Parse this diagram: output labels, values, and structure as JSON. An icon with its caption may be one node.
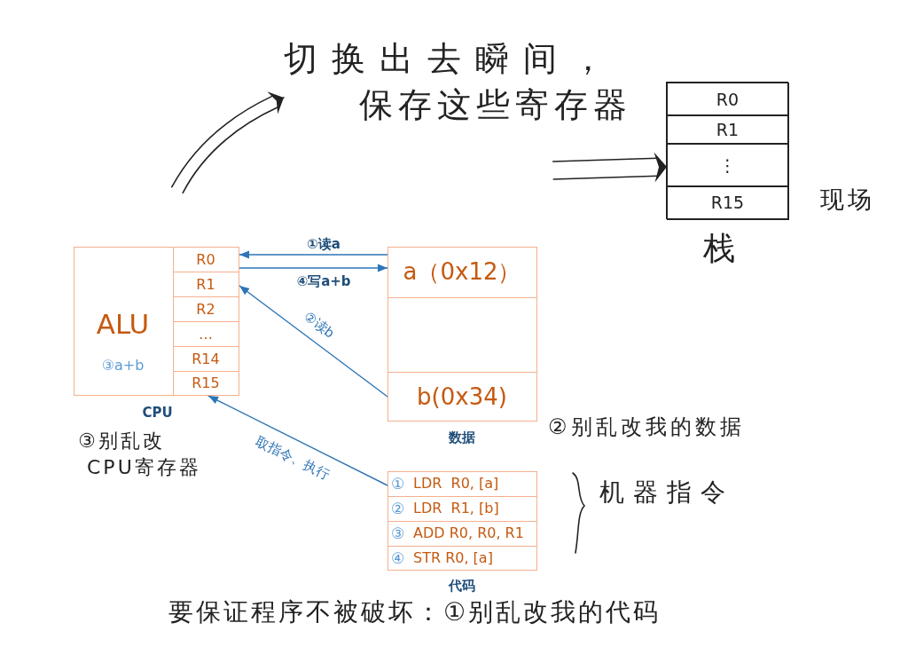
{
  "diagram": {
    "nodes": [
      {
        "text": [
          "切换出去瞬间，保存这些寄存器"
        ]
      },
      {
        "text": [],
        "shape": "box",
        "beside": [
          "现场",
          "栈"
        ]
      },
      {
        "text": [
          "R0"
        ],
        "in": 1
      },
      {
        "text": [
          "R1"
        ],
        "in": 1
      },
      {
        "text": [
          "⋮"
        ],
        "in": 1
      },
      {
        "text": [
          "R15"
        ],
        "in": 1
      },
      {
        "text": [
          "ALU",
          "③a+b"
        ],
        "beside": [
          "CPU"
        ]
      },
      {
        "text": [
          "R0"
        ],
        "in": 6
      },
      {
        "text": [
          "R1"
        ],
        "in": 6
      },
      {
        "text": [
          "R2"
        ],
        "in": 6
      },
      {
        "text": [
          "…"
        ],
        "in": 6
      },
      {
        "text": [
          "R14"
        ],
        "in": 6
      },
      {
        "text": [
          "R15"
        ],
        "in": 6
      },
      {
        "text": [],
        "shape": "box",
        "beside": [
          "数据"
        ]
      },
      {
        "text": [
          "a（0x12）"
        ],
        "in": 13
      },
      {
        "text": [
          "b(0x34)"
        ],
        "in": 13
      },
      {
        "text": [],
        "shape": "box",
        "beside": [
          "代码"
        ]
      },
      {
        "text": [
          "①",
          "LDR  R0, [a]"
        ],
        "in": 16
      },
      {
        "text": [
          "②",
          "LDR  R1, [b]"
        ],
        "in": 16
      },
      {
        "text": [
          "③",
          "ADD R0, R0, R1"
        ],
        "in": 16
      },
      {
        "text": [
          "④",
          "STR R0, [a]"
        ],
        "in": 16
      }
    ],
    "edges": [
      {
        "from": 14,
        "to": 7,
        "arrow": "to",
        "label": "①读a"
      },
      {
        "from": 7,
        "to": 14,
        "arrow": "to",
        "label": "④写a+b"
      },
      {
        "from": 15,
        "to": 8,
        "arrow": "to",
        "label": "②读b"
      },
      {
        "from": 16,
        "to": 12,
        "arrow": "to",
        "label": "取指令、执行"
      },
      {
        "from": null,
        "to": 0,
        "arrow": "to",
        "color": "#222222"
      },
      {
        "from": null,
        "to": 1,
        "arrow": "to",
        "color": "#222222"
      }
    ],
    "labels": [
      "③别乱改CPU寄存器",
      "②别乱改我的数据",
      "机器指令",
      "要保证程序不被破坏：①别乱改我的代码"
    ]
  }
}
